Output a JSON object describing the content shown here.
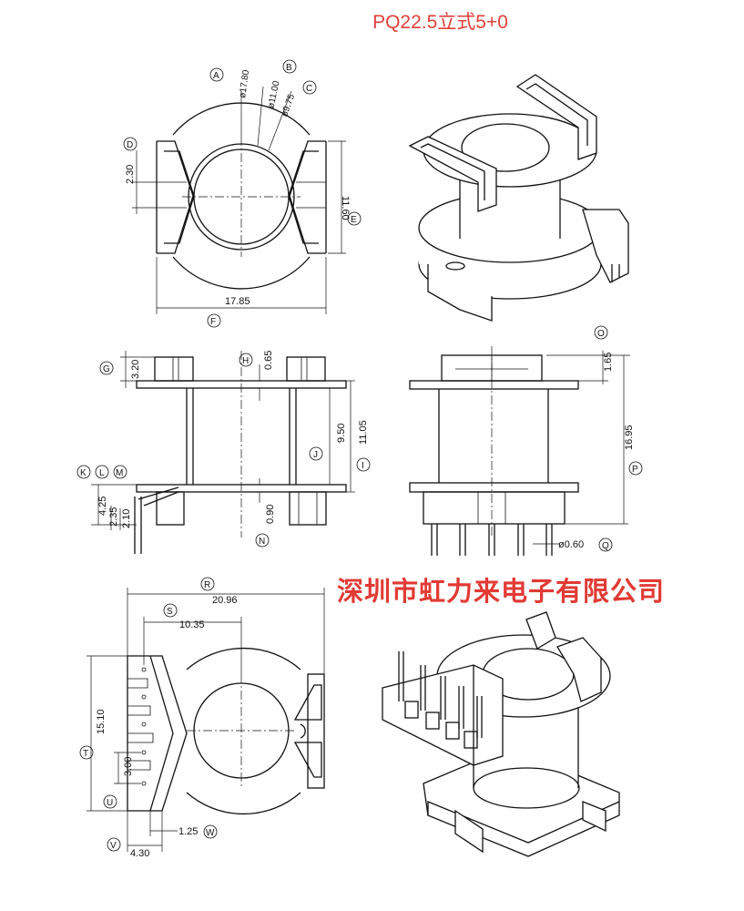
{
  "title": "PQ22.5立式5+0",
  "company": "深圳市虹力来电子有限公司",
  "dimensions": {
    "A_phi": "ø17.80",
    "B_phi": "ø11.00",
    "C_phi": "ø9.75",
    "D": "2.30",
    "E": "11.60",
    "F": "17.85",
    "G": "3.20",
    "H": "0.65",
    "J": "9.50",
    "I": "11.05",
    "K": "4.25",
    "L": "2.35",
    "M": "2.10",
    "N": "0.90",
    "O": "1.65",
    "P": "16.95",
    "Q": "ø0.60",
    "R": "20.96",
    "S": "10.35",
    "T": "15.10",
    "U": "3.00",
    "W": "1.25",
    "V": "4.30"
  },
  "markers": [
    "A",
    "B",
    "C",
    "D",
    "E",
    "F",
    "G",
    "H",
    "I",
    "J",
    "K",
    "L",
    "M",
    "N",
    "O",
    "P",
    "Q",
    "R",
    "S",
    "T",
    "U",
    "V",
    "W"
  ]
}
